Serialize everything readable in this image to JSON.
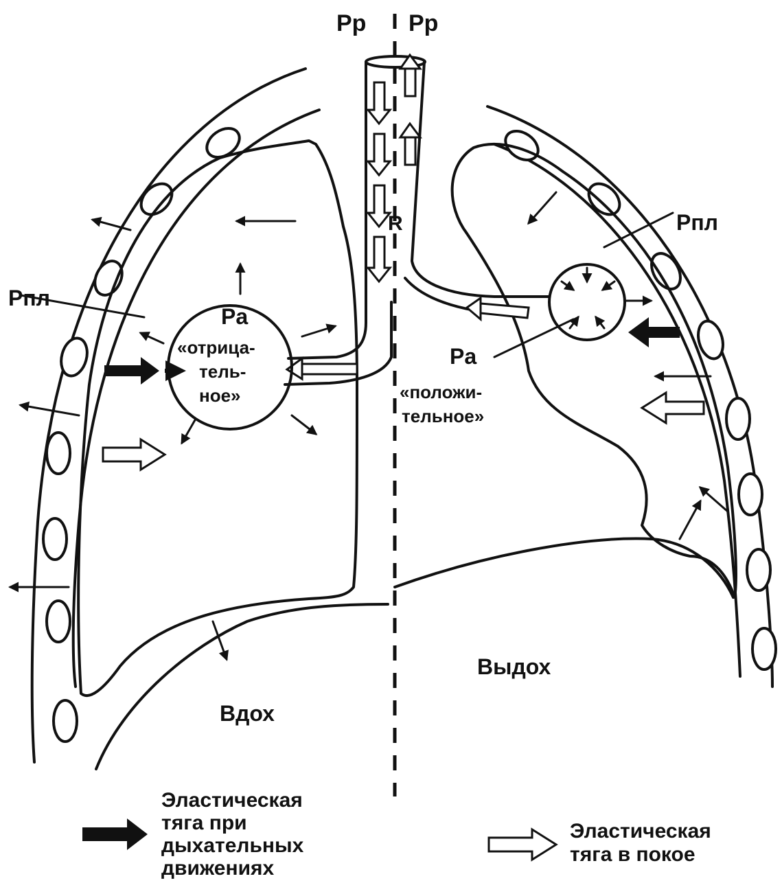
{
  "labels": {
    "pressure_left_top": "Pp",
    "pressure_right_top": "Pp",
    "pleural_left": "Pпл",
    "pleural_right": "Pпл",
    "resistance": "R",
    "alveolar_left": "Pa",
    "alveolar_right": "Pa",
    "negative_lines": [
      "«отрица-",
      "тель-",
      "ное»"
    ],
    "positive_lines": [
      "«положи-",
      "тельное»"
    ],
    "inhale": "Вдох",
    "exhale": "Выдох"
  },
  "legend": {
    "active": {
      "lines": [
        "Эластическая",
        "тяга при",
        "дыхательных",
        "движениях"
      ],
      "arrow_style": "solid"
    },
    "rest": {
      "lines": [
        "Эластическая",
        "тяга в покое"
      ],
      "arrow_style": "hollow-hatched"
    }
  },
  "colors": {
    "ink": "#111111",
    "paper": "#ffffff"
  }
}
